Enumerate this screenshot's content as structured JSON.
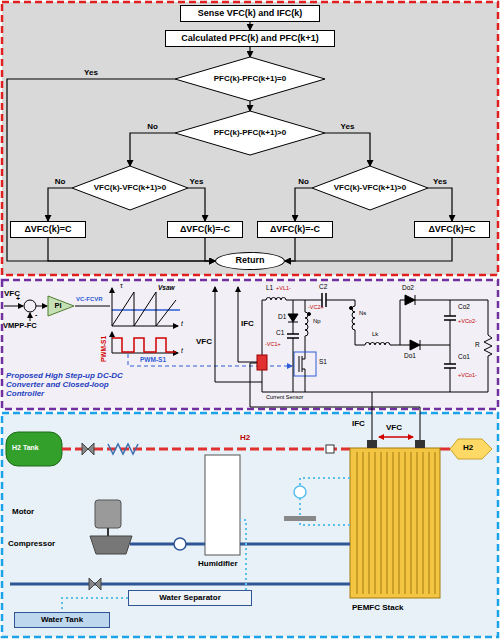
{
  "diagram": {
    "nodes": [
      {
        "text": [
          "Sense VFC(k) and IFC(k)"
        ]
      },
      {
        "text": [
          "Calculated PFC(k) and PFC(k+1)"
        ]
      },
      {
        "text": [
          "PFC(k)-PFC(k+1)=0"
        ]
      },
      {
        "text": [
          "PFC(k)-PFC(k+1)>0"
        ]
      },
      {
        "text": [
          "VFC(k)-VFC(k+1)>0"
        ]
      },
      {
        "text": [
          "VFC(k)-VFC(k+1)>0"
        ]
      },
      {
        "text": [
          "ΔVFC(k)=C"
        ]
      },
      {
        "text": [
          "ΔVFC(k)=-C"
        ]
      },
      {
        "text": [
          "ΔVFC(k)=-C"
        ]
      },
      {
        "text": [
          "ΔVFC(k)=C"
        ]
      },
      {
        "text": [
          "Return"
        ]
      },
      {
        "text": [
          "PI"
        ]
      },
      {
        "text": [
          "Water Separator"
        ]
      },
      {
        "text": [
          "Water Tank"
        ]
      }
    ],
    "edges": [
      {
        "from": 0,
        "to": 1,
        "arrow": "to"
      },
      {
        "from": 1,
        "to": 2,
        "arrow": "to"
      },
      {
        "from": 2,
        "to": 10,
        "label": "Yes",
        "arrow": "to"
      },
      {
        "from": 2,
        "to": 3,
        "arrow": "to"
      },
      {
        "from": 3,
        "to": 4,
        "label": "No",
        "arrow": "to"
      },
      {
        "from": 3,
        "to": 5,
        "label": "Yes",
        "arrow": "to"
      },
      {
        "from": 4,
        "to": 6,
        "label": "No",
        "arrow": "to"
      },
      {
        "from": 4,
        "to": 7,
        "label": "Yes",
        "arrow": "to"
      },
      {
        "from": 5,
        "to": 8,
        "label": "No",
        "arrow": "to"
      },
      {
        "from": 5,
        "to": 9,
        "label": "Yes",
        "arrow": "to"
      },
      {
        "from": 6,
        "to": 10,
        "arrow": "to"
      },
      {
        "from": 7,
        "to": 10,
        "arrow": "to"
      },
      {
        "from": 8,
        "to": 10,
        "arrow": "to"
      },
      {
        "from": 9,
        "to": 10,
        "arrow": "to"
      }
    ],
    "labels": [
      "VFC",
      "VMPP-FC",
      "+",
      "-",
      "VC-FCVR",
      "τ",
      "Vsaw",
      "PWM-S1",
      "t",
      "t",
      "Proposed High Step-up DC-DC Converter and Closed-loop Controller",
      "VFC",
      "IFC",
      "PWM-S1",
      "Current Sensor",
      "L1",
      "+VL1-",
      "C2",
      "-VC2+",
      "Do2",
      "Co2",
      "+VCo2-",
      "D1",
      "C1",
      "-VC1+",
      "Np",
      "Ns",
      "Lk",
      "S1",
      "Do1",
      "Co1",
      "+VCo1-",
      "R",
      "IFC",
      "VFC",
      "H2 Tank",
      "H2",
      "H2",
      "Motor",
      "Compressor",
      "Humidifier",
      "PEMFC Stack"
    ]
  }
}
